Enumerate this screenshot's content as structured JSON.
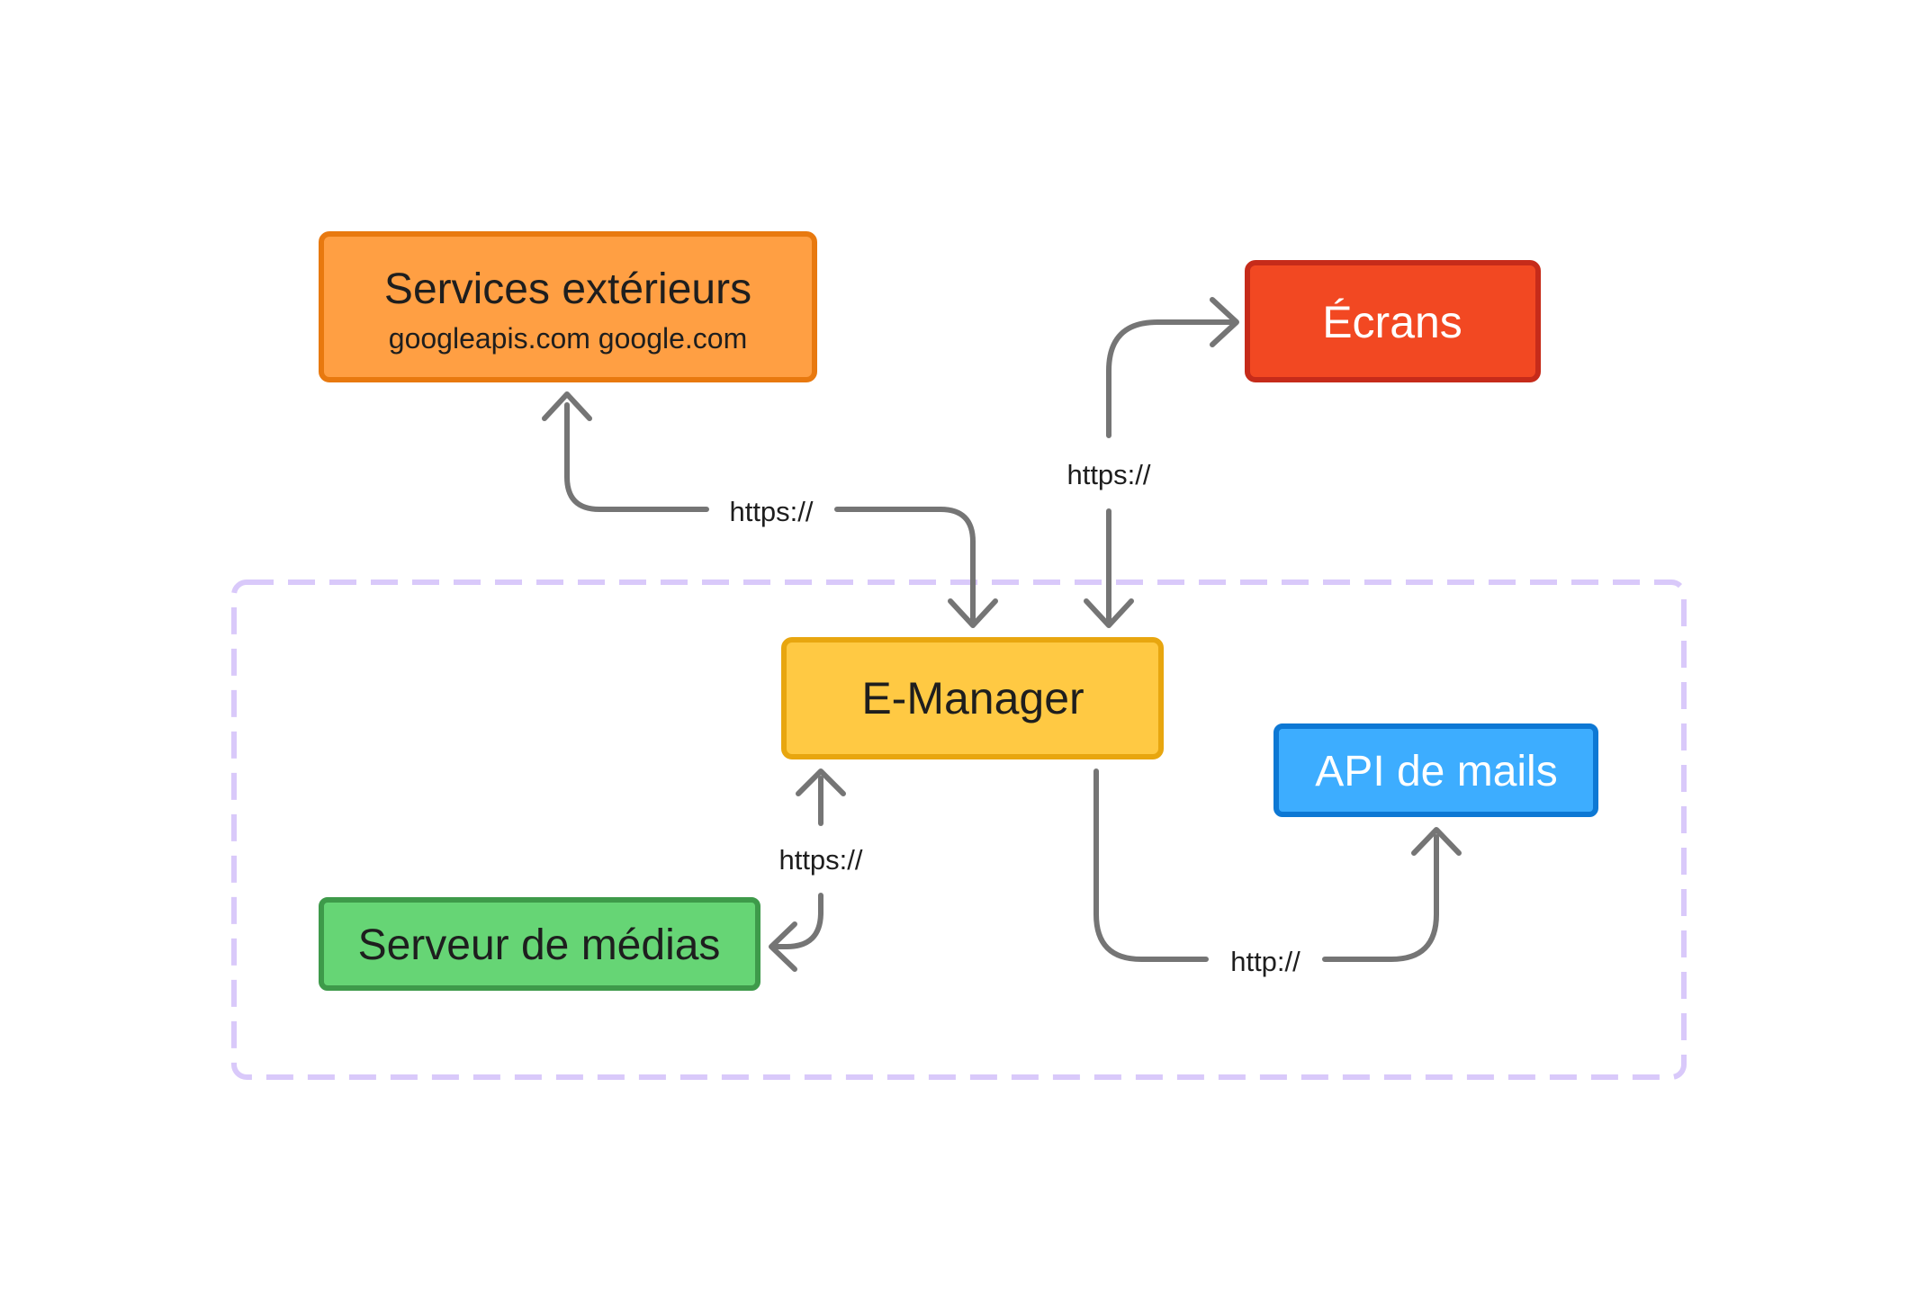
{
  "nodes": {
    "services": {
      "title": "Services extérieurs",
      "subtitle": "googleapis.com google.com",
      "fill": "#ff9f43",
      "stroke": "#e8790f",
      "text_color": "#1e1e1e"
    },
    "ecrans": {
      "title": "Écrans",
      "fill": "#f24822",
      "stroke": "#c62b1a",
      "text_color": "#ffffff"
    },
    "emanager": {
      "title": "E-Manager",
      "fill": "#ffc943",
      "stroke": "#e8a60f",
      "text_color": "#1e1e1e"
    },
    "api_mails": {
      "title": "API de mails",
      "fill": "#3dadff",
      "stroke": "#0d78d4",
      "text_color": "#ffffff"
    },
    "media": {
      "title": "Serveur de médias",
      "fill": "#66d575",
      "stroke": "#3e9a4a",
      "text_color": "#1e1e1e"
    }
  },
  "edges": {
    "services_emanager": {
      "label": "https://"
    },
    "ecrans_emanager": {
      "label": "https://"
    },
    "media_emanager": {
      "label": "https://"
    },
    "emanager_api": {
      "label": "http://"
    }
  },
  "colors": {
    "edge": "#757575",
    "boundary": "#d9c9fa"
  }
}
